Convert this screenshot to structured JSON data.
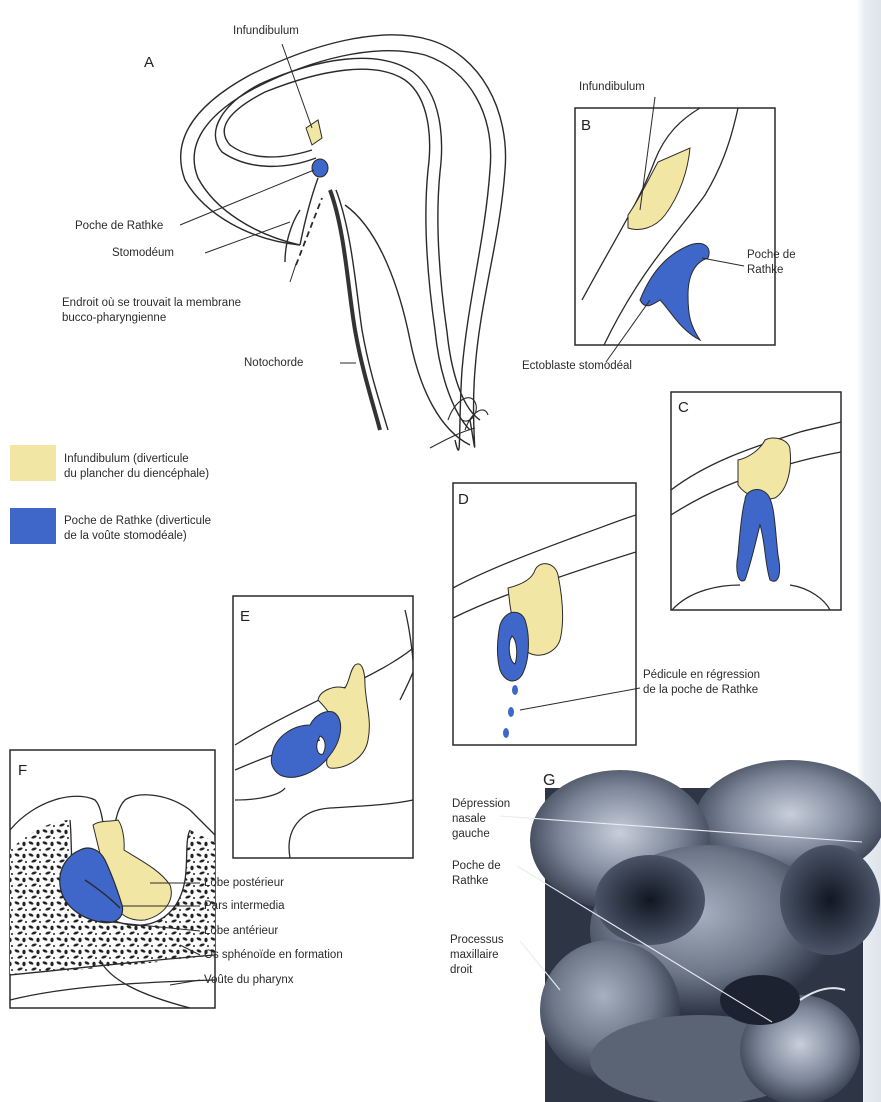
{
  "colors": {
    "infundibulum": "#f2e6a4",
    "rathke_pouch": "#3f67c9",
    "ink": "#2a2a2a",
    "sem_dark": "#2b3340",
    "sem_light": "#c9d0dc"
  },
  "panels": {
    "A": {
      "letter": "A",
      "labels": {
        "infundibulum": "Infundibulum",
        "poche": "Poche de Rathke",
        "stomodeum": "Stomodéum",
        "membrane": "Endroit où se trouvait la membrane\nbucco-pharyngienne",
        "notochorde": "Notochorde"
      }
    },
    "B": {
      "letter": "B",
      "labels": {
        "infundibulum": "Infundibulum",
        "poche": "Poche de\nRathke",
        "ectoblaste": "Ectoblaste stomodéal"
      }
    },
    "C": {
      "letter": "C"
    },
    "D": {
      "letter": "D",
      "labels": {
        "pedicule": "Pédicule en régression\nde la poche de Rathke"
      }
    },
    "E": {
      "letter": "E"
    },
    "F": {
      "letter": "F",
      "labels": {
        "lobe_posterieur": "Lobe postérieur",
        "pars_intermedia": "Pars intermedia",
        "lobe_anterieur": "Lobe antérieur",
        "os_sphenoide": "Os sphénoïde en formation",
        "voute_pharynx": "Voûte du pharynx"
      }
    },
    "G": {
      "letter": "G",
      "labels": {
        "depression": "Dépression\nnasale\ngauche",
        "poche": "Poche de\nRathke",
        "processus": "Processus\nmaxillaire\ndroit"
      }
    }
  },
  "legend": [
    {
      "key": "infundibulum",
      "text": "Infundibulum (diverticule\ndu plancher du diencéphale)"
    },
    {
      "key": "rathke",
      "text": "Poche de Rathke (diverticule\nde la voûte stomodéale)"
    }
  ]
}
